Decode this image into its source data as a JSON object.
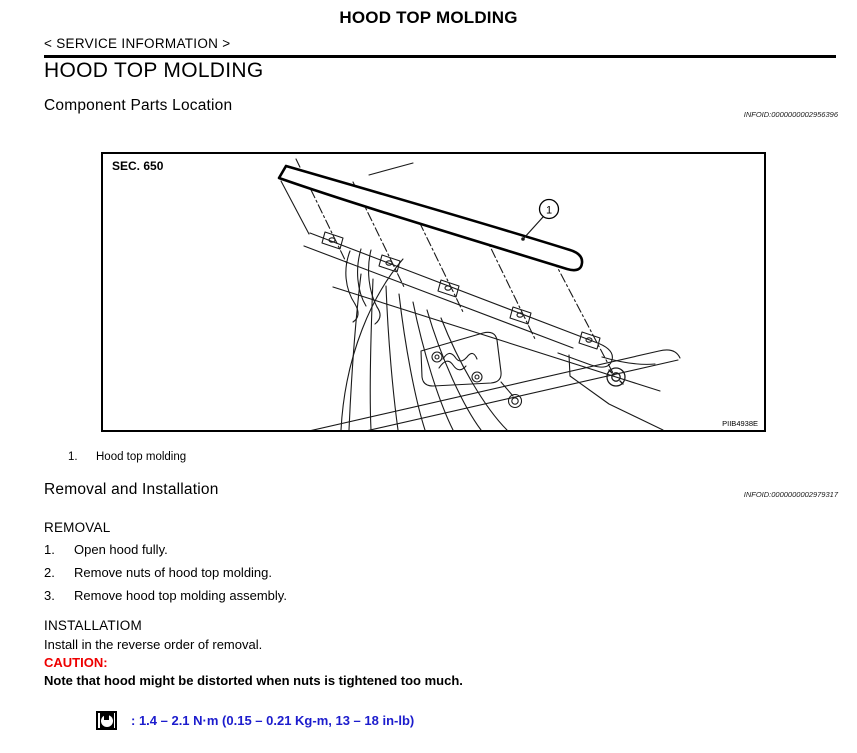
{
  "header": {
    "title": "HOOD TOP MOLDING",
    "breadcrumb": "< SERVICE INFORMATION >",
    "section_title": "HOOD TOP MOLDING"
  },
  "component_parts": {
    "heading": "Component Parts Location",
    "infoid": "INFOID:0000000002956396",
    "figure": {
      "sec_label": "SEC. 650",
      "image_code": "PIIB4938E",
      "callout": "1"
    },
    "legend": [
      {
        "num": "1.",
        "label": "Hood top molding"
      }
    ]
  },
  "removal_installation": {
    "heading": "Removal and Installation",
    "infoid": "INFOID:0000000002979317",
    "removal": {
      "heading": "REMOVAL",
      "steps": [
        {
          "num": "1.",
          "text": "Open hood fully."
        },
        {
          "num": "2.",
          "text": "Remove nuts of hood top molding."
        },
        {
          "num": "3.",
          "text": "Remove hood top molding assembly."
        }
      ]
    },
    "installation": {
      "heading": "INSTALLATIOM",
      "body": "Install in the reverse order of removal.",
      "caution_label": "CAUTION:",
      "caution_text": "Note that hood might be distorted when nuts is tightened too much."
    },
    "torque": {
      "icon": "torque-wrench-symbol",
      "text": ": 1.4 – 2.1 N·m (0.15 – 0.21 Kg-m, 13 – 18 in-lb)"
    }
  },
  "colors": {
    "caution_red": "#ee0000",
    "torque_blue": "#1c1ccd"
  }
}
